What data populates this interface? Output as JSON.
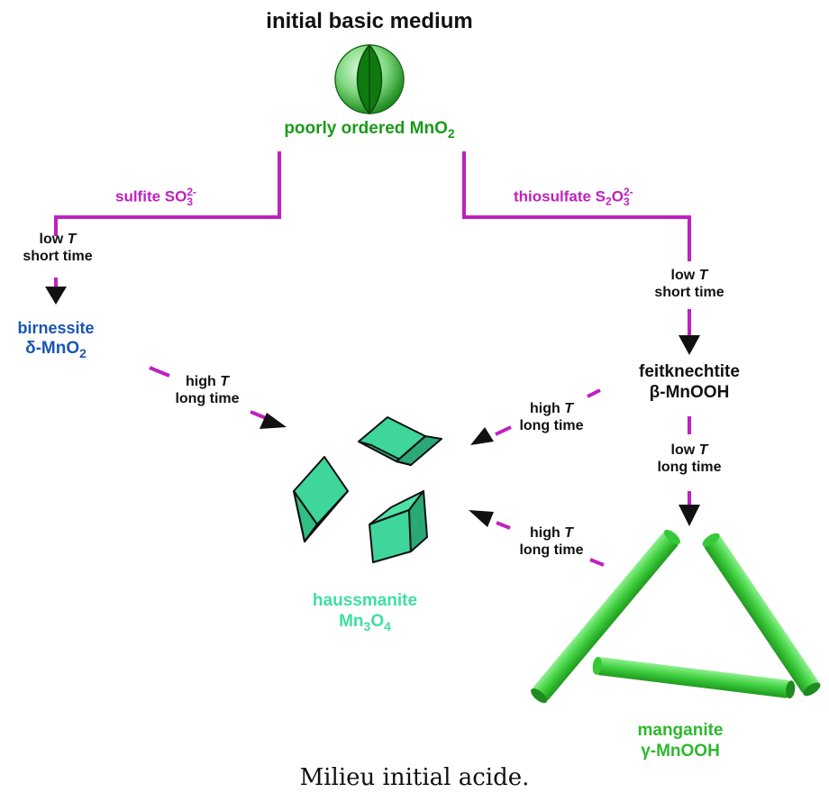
{
  "title": "initial basic medium",
  "start": {
    "label": "poorly ordered MnO",
    "sub": "2"
  },
  "branches": {
    "left": {
      "reagent": "sulfite SO",
      "sub": "3",
      "sup": "2-"
    },
    "right": {
      "reagent": "thiosulfate S",
      "sub1": "2",
      "mid": "O",
      "sub2": "3",
      "sup": "2-"
    }
  },
  "conditions": {
    "low": "low",
    "high": "high",
    "T": "T",
    "short_time": "short time",
    "long_time": "long time"
  },
  "products": {
    "birnessite": {
      "name": "birnessite",
      "formula_prefix": "δ-MnO",
      "sub": "2"
    },
    "feitknechtite": {
      "name": "feitknechtite",
      "formula": "β-MnOOH"
    },
    "haussmanite": {
      "name": "haussmanite",
      "f1": "Mn",
      "s1": "3",
      "f2": "O",
      "s2": "4"
    },
    "manganite": {
      "name": "manganite",
      "formula": "γ-MnOOH"
    }
  },
  "caption": "Milieu initial acide.",
  "colors": {
    "line": "#c020c0",
    "start": "#1a9a1a",
    "birnessite": "#1a55b0",
    "haussmanite": "#3de0a0",
    "manganite": "#2db82d",
    "text": "#111111"
  }
}
